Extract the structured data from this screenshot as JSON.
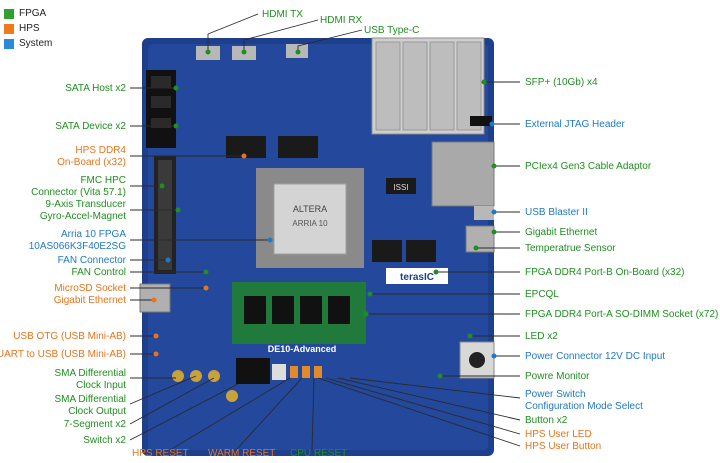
{
  "legend": [
    {
      "label": "FPGA",
      "color": "#2ea12e"
    },
    {
      "label": "HPS",
      "color": "#f07a1a"
    },
    {
      "label": "System",
      "color": "#2a8ad8"
    }
  ],
  "colors": {
    "fpga": "#1f8f1f",
    "hps": "#e8731c",
    "system": "#1f78c8"
  },
  "board": {
    "chip_brand": "ALTERA",
    "chip_series": "ARRIA 10",
    "brand": "terasIC",
    "model": "DE10-Advanced",
    "isi": "ISSI"
  },
  "labels": {
    "hdmi_tx": "HDMI TX",
    "hdmi_rx": "HDMI RX",
    "usb_type_c": "USB Type-C",
    "sata_host": "SATA Host x2",
    "sata_device": "SATA Device x2",
    "hps_ddr4_1": "HPS DDR4",
    "hps_ddr4_2": "On-Board (x32)",
    "fmc_1": "FMC HPC",
    "fmc_2": "Connector (Vita 57.1)",
    "axis_1": "9-Axis Transducer",
    "axis_2": "Gyro-Accel-Magnet",
    "fpga_1": "Arria 10 FPGA",
    "fpga_2": "10AS066K3F40E2SG",
    "fan_connector": "FAN Connector",
    "fan_control": "FAN Control",
    "microsd": "MicroSD Socket",
    "gige_left": "Gigabit Ethernet",
    "usb_otg": "USB OTG (USB Mini-AB)",
    "uart": "UART to USB (USB Mini-AB)",
    "sma_in_1": "SMA Differential",
    "sma_in_2": "Clock Input",
    "sma_out_1": "SMA Differential",
    "sma_out_2": "Clock Output",
    "seg7": "7-Segment x2",
    "switch": "Switch x2",
    "hps_reset": "HPS RESET",
    "warm_reset": "WARM RESET",
    "cpu_reset": "CPU RESET",
    "sfp": "SFP+ (10Gb) x4",
    "jtag": "External JTAG Header",
    "pcie": "PCIex4 Gen3 Cable Adaptor",
    "usb_blaster": "USB Blaster II",
    "gige_right": "Gigabit Ethernet",
    "temp": "Temperatrue Sensor",
    "ddr4_b": "FPGA DDR4 Port-B On-Board (x32)",
    "epcql": "EPCQL",
    "ddr4_a": "FPGA DDR4 Port-A SO-DIMM Socket (x72)",
    "led": "LED x2",
    "power_conn": "Power Connector 12V DC Input",
    "power_mon": "Powre Monitor",
    "psw_1": "Power Switch",
    "psw_2": "Configuration Mode Select",
    "button": "Button x2",
    "hps_led": "HPS User LED",
    "hps_button": "HPS User Button"
  }
}
